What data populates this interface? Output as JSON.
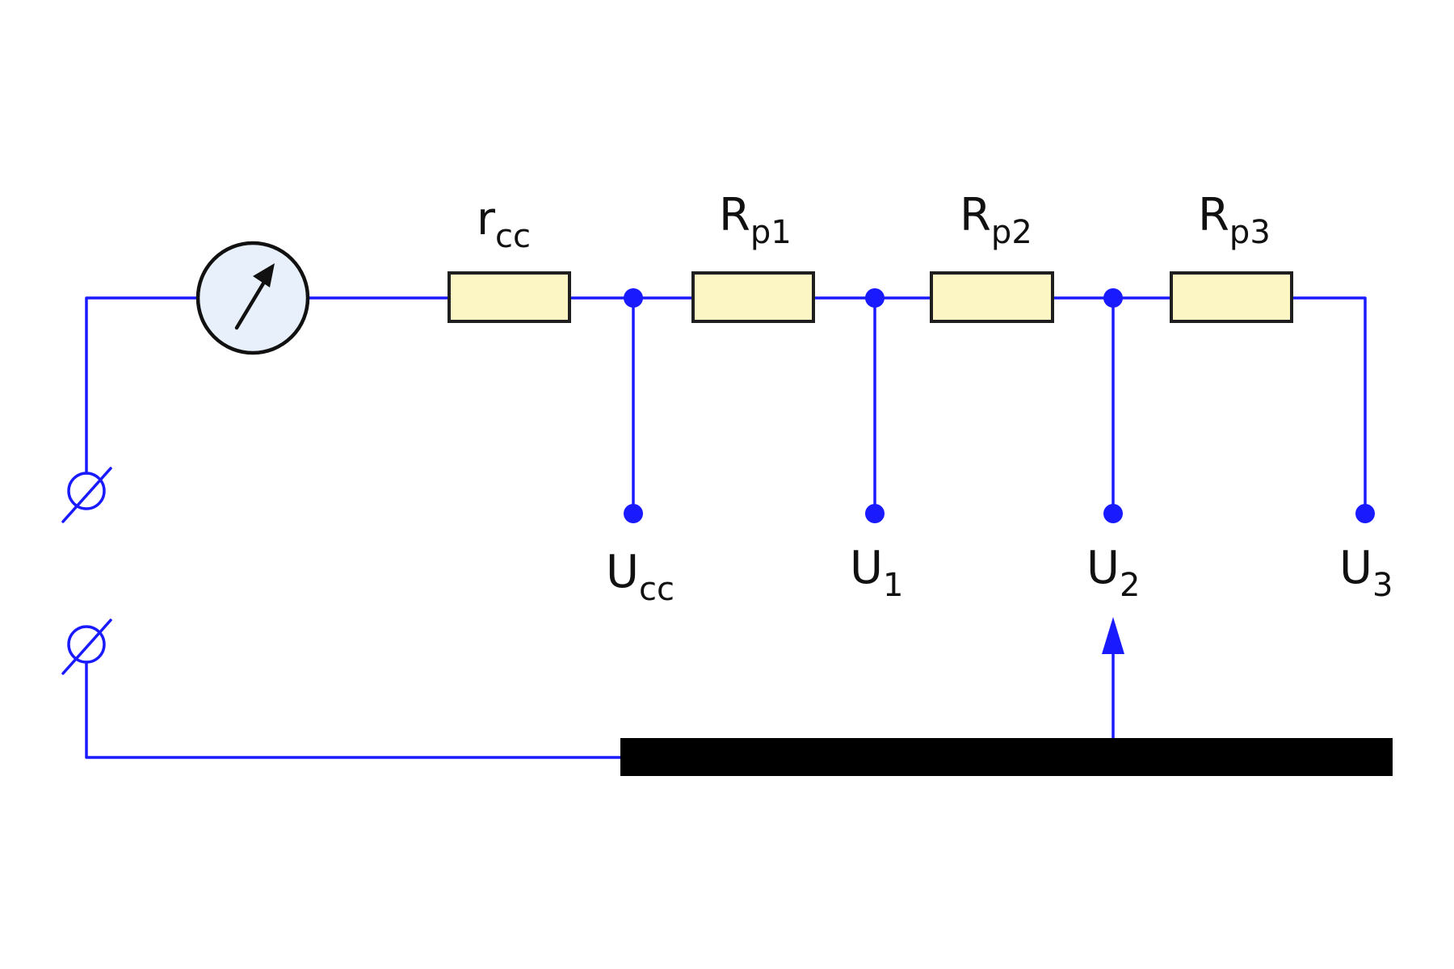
{
  "diagram": {
    "colors": {
      "wire": "#1a1aff",
      "resistor_fill": "#fbf6c4",
      "meter_fill": "#e8f1fb",
      "outline": "#1f1f1f",
      "rail": "#000000"
    },
    "components": {
      "meter": {
        "icon": "galvanometer-icon"
      },
      "resistors": [
        {
          "id": "rcc",
          "main": "r",
          "sub": "cc"
        },
        {
          "id": "rp1",
          "main": "R",
          "sub": "p1"
        },
        {
          "id": "rp2",
          "main": "R",
          "sub": "p2"
        },
        {
          "id": "rp3",
          "main": "R",
          "sub": "p3"
        }
      ],
      "taps": [
        {
          "id": "ucc",
          "main": "U",
          "sub": "cc"
        },
        {
          "id": "u1",
          "main": "U",
          "sub": "1"
        },
        {
          "id": "u2",
          "main": "U",
          "sub": "2"
        },
        {
          "id": "u3",
          "main": "U",
          "sub": "3"
        }
      ],
      "terminals": [
        {
          "id": "terminal-top",
          "icon": "terminal-icon"
        },
        {
          "id": "terminal-bottom",
          "icon": "terminal-icon"
        }
      ],
      "rail": {
        "icon": "ground-rail"
      },
      "probe": {
        "icon": "arrow-up-icon"
      }
    }
  }
}
